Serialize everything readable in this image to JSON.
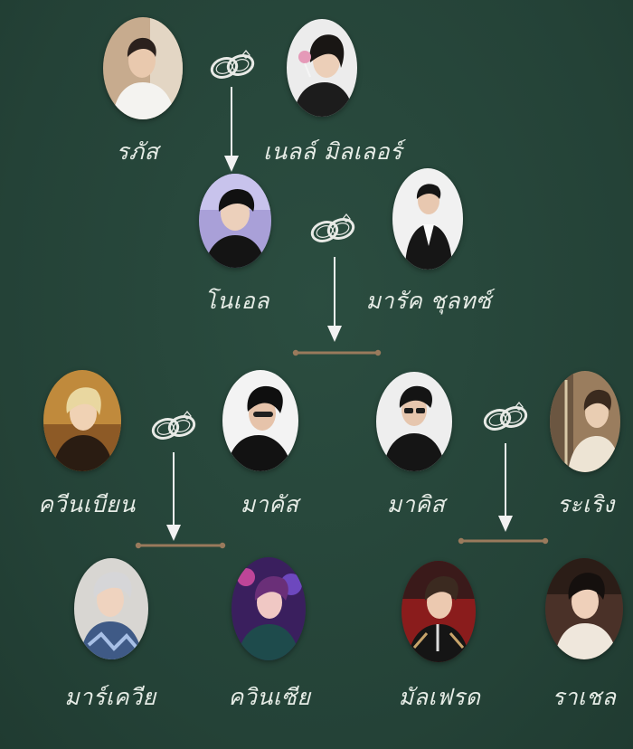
{
  "people": {
    "rapas": "รภัส",
    "nell_miller": "เนลล์ มิลเลอร์",
    "noel": "โนเอล",
    "marak_schultz": "มารัค ชุลทซ์",
    "quinbian": "ควีนเบียน",
    "makas": "มาคัส",
    "makis": "มาคิส",
    "raroeng": "ระเริง",
    "markwia": "มาร์เควีย",
    "quinsia": "ควินเซีย",
    "alfred": "มัลเฟรด",
    "rachel": "ราเชล"
  },
  "colors": {
    "background": "#26463a",
    "text": "#e6ece6",
    "arrow": "#f2f2f2",
    "sibling_bar": "#9a7a5c",
    "ring": "#e8eae6"
  },
  "icons": {
    "marriage": "wedding-rings-icon",
    "descent": "arrow-down-icon"
  }
}
